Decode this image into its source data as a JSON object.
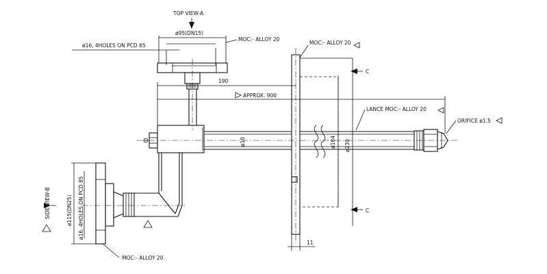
{
  "views": {
    "top_view": "TOP VIEW-A",
    "side_view": "SIDE VIEW-B"
  },
  "dimensions": {
    "top_flange_dia": "ø95(DN15)",
    "top_holes": "ø16, 4HOLES ON PCD 65",
    "length_190": "190",
    "approx_900": "APPROX. 900",
    "pipe_dia_small": "ø10",
    "dia_184": "ø184",
    "dia_230": "ø230",
    "thickness_11": "11",
    "side_flange_dia": "ø115(DN25)",
    "side_holes": "ø16, 4HOLES ON PCD 85"
  },
  "callouts": {
    "moc_top_flange": "MOC:- ALLOY 20",
    "moc_plate": "MOC:- ALLOY 20",
    "lance_moc": "LANCE MOC:- ALLOY 20",
    "orifice": "ORIFICE ø1.5",
    "moc_side_flange": "MOC:- ALLOY 20"
  },
  "section_marks": {
    "top": "C",
    "bottom": "C"
  }
}
